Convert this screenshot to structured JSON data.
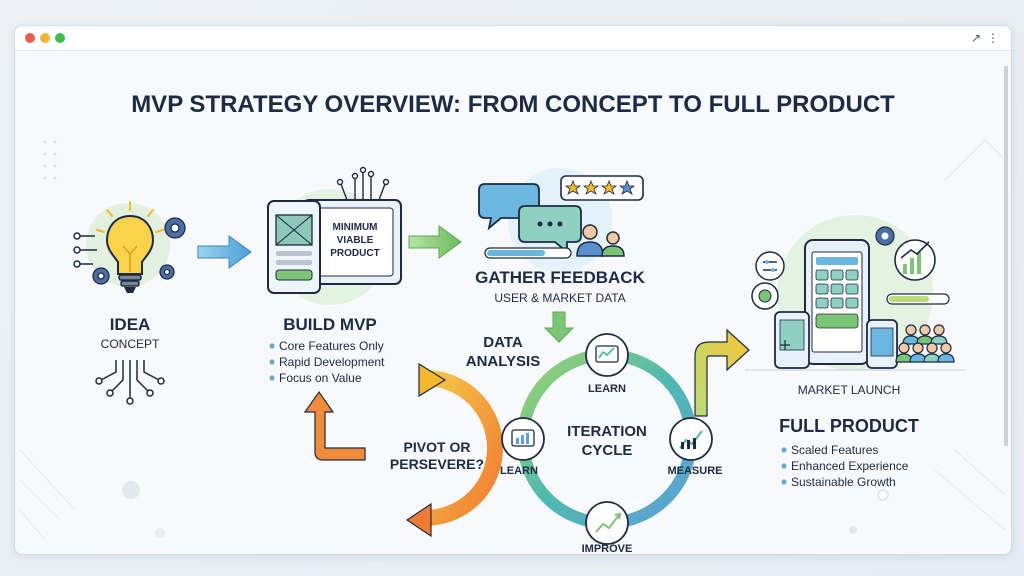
{
  "window": {
    "controls": {
      "close": "close-dot",
      "minimize": "minimize-dot",
      "maximize": "maximize-dot"
    },
    "expand_icon": "↗",
    "menu_icon": "⋮"
  },
  "title": "MVP STRATEGY OVERVIEW: FROM CONCEPT TO FULL PRODUCT",
  "idea": {
    "title": "IDEA",
    "subtitle": "CONCEPT"
  },
  "build": {
    "screen_line1": "MINIMUM",
    "screen_line2": "VIABLE",
    "screen_line3": "PRODUCT",
    "title": "BUILD MVP",
    "bullets": [
      "Core Features Only",
      "Rapid Development",
      "Focus on Value"
    ]
  },
  "feedback": {
    "title": "GATHER FEEDBACK",
    "subtitle": "USER & MARKET DATA",
    "stars": 4
  },
  "analysis": {
    "line1": "DATA",
    "line2": "ANALYSIS"
  },
  "cycle": {
    "center_line1": "ITERATION",
    "center_line2": "CYCLE",
    "top": "LEARN",
    "left": "LEARN",
    "right": "MEASURE",
    "bottom": "IMPROVE"
  },
  "pivot": {
    "line1": "PIVOT OR",
    "line2": "PERSEVERE?"
  },
  "full": {
    "launch": "MARKET LAUNCH",
    "title": "FULL PRODUCT",
    "bullets": [
      "Scaled Features",
      "Enhanced Experience",
      "Sustainable Growth"
    ]
  },
  "colors": {
    "navy": "#1d2b44",
    "teal": "#3bb2a6",
    "blue": "#4a9fd8",
    "green": "#7cc576",
    "orange": "#f28b3a",
    "yellow": "#f5b82e",
    "bullet": "#5aa9d6"
  }
}
